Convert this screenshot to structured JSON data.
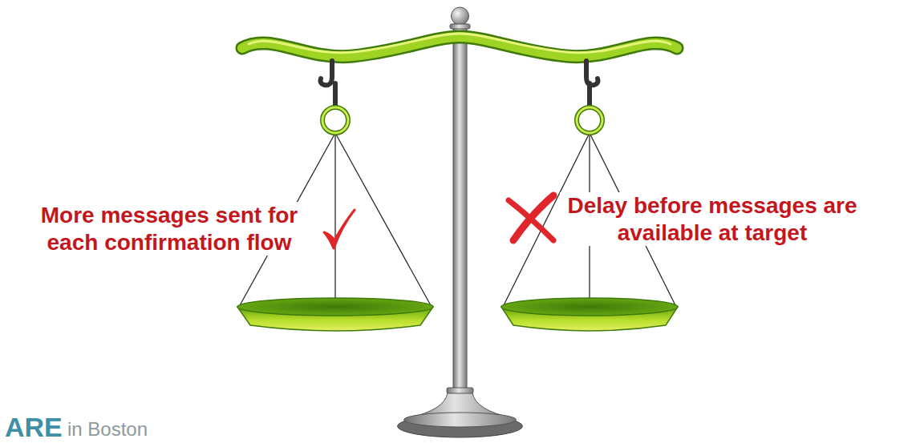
{
  "diagram": {
    "labels": [
      "More messages sent for each confirmation flow",
      "Delay before messages are available at target",
      "ARE",
      "in Boston"
    ]
  }
}
